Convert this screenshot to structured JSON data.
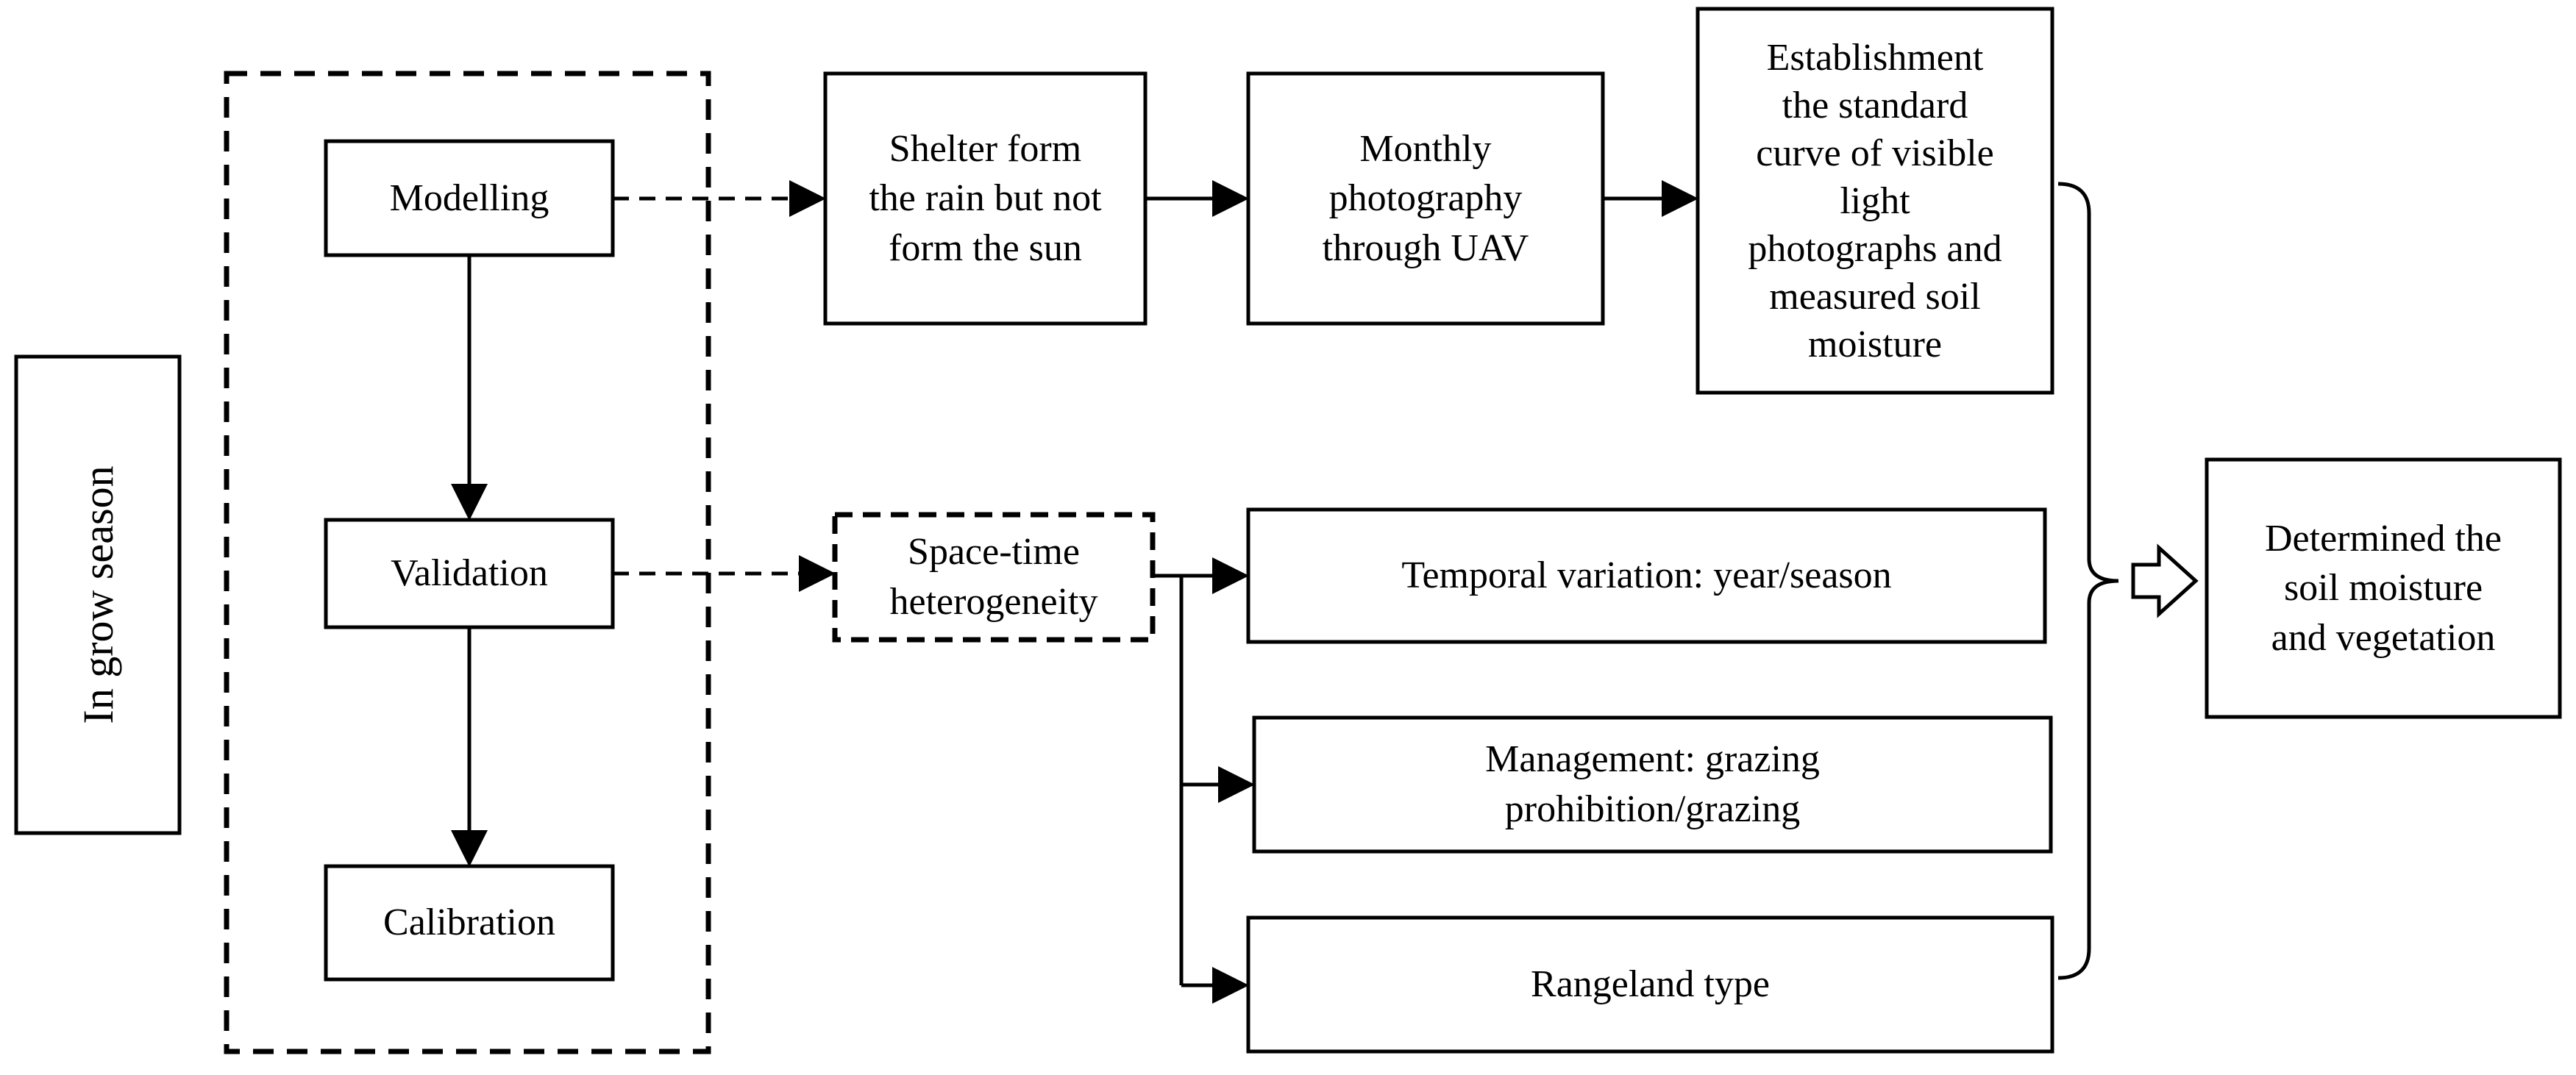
{
  "diagram": {
    "side_label": "In grow season",
    "stages": {
      "modelling": "Modelling",
      "validation": "Validation",
      "calibration": "Calibration"
    },
    "top_row": {
      "shelter": "Shelter form\nthe rain but not\nform the sun",
      "photography": "Monthly\nphotography\nthrough UAV",
      "standard_curve": "Establishment\nthe standard\ncurve of visible\nlight\nphotographs and\nmeasured soil\nmoisture"
    },
    "middle": {
      "heterogeneity": "Space-time\nheterogeneity",
      "temporal": "Temporal variation: year/season",
      "management": "Management: grazing\nprohibition/grazing",
      "rangeland": "Rangeland type"
    },
    "result": "Determined the\nsoil moisture\nand vegetation",
    "colors": {
      "stroke": "#000000",
      "background": "#ffffff"
    }
  }
}
